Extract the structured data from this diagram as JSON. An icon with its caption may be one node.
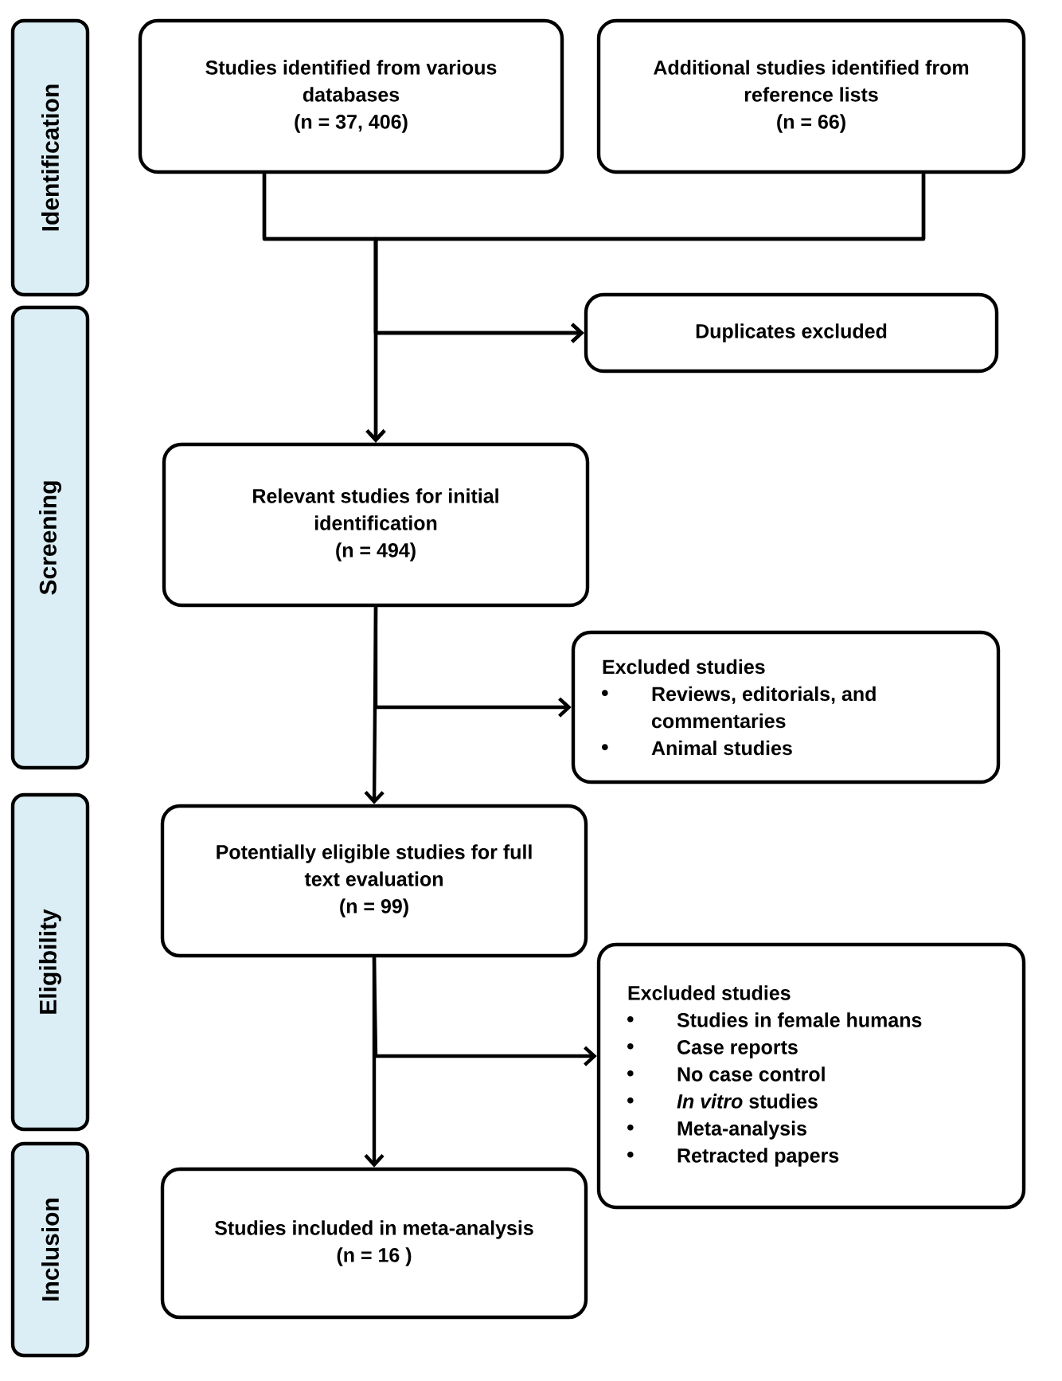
{
  "diagram": {
    "nodes": [
      {
        "text": [
          "Identification"
        ]
      },
      {
        "text": [
          "Screening"
        ]
      },
      {
        "text": [
          "Eligibility"
        ]
      },
      {
        "text": [
          "Inclusion"
        ]
      },
      {
        "text": [
          "Studies identified from various databases",
          "(n = 37, 406)"
        ]
      },
      {
        "text": [
          "Additional studies identified from reference lists",
          "(n = 66)"
        ]
      },
      {
        "text": [
          "Duplicates excluded"
        ]
      },
      {
        "text": [
          "Relevant studies for initial identification",
          "(n = 494)"
        ]
      },
      {
        "text": [
          "Excluded studies",
          "Reviews, editorials, and commentaries",
          "Animal studies"
        ]
      },
      {
        "text": [
          "Potentially eligible studies for full text evaluation",
          "(n = 99)"
        ]
      },
      {
        "text": [
          "Excluded studies",
          "Studies in female humans",
          "Case reports",
          "No case control",
          "*In vitro* studies",
          "Meta-analysis",
          "Retracted papers"
        ]
      },
      {
        "text": [
          "Studies included in meta-analysis",
          "(n = 16 )"
        ]
      }
    ],
    "edges": [
      {
        "from": 4,
        "to": 7,
        "arrow": "to"
      },
      {
        "from": 5,
        "to": 7,
        "arrow": "to"
      },
      {
        "from": 4,
        "to": 6,
        "arrow": "to"
      },
      {
        "from": 5,
        "to": 6,
        "arrow": "to"
      },
      {
        "from": 7,
        "to": 8,
        "arrow": "to"
      },
      {
        "from": 7,
        "to": 9,
        "arrow": "to"
      },
      {
        "from": 9,
        "to": 10,
        "arrow": "to"
      },
      {
        "from": 9,
        "to": 11,
        "arrow": "to"
      }
    ]
  }
}
